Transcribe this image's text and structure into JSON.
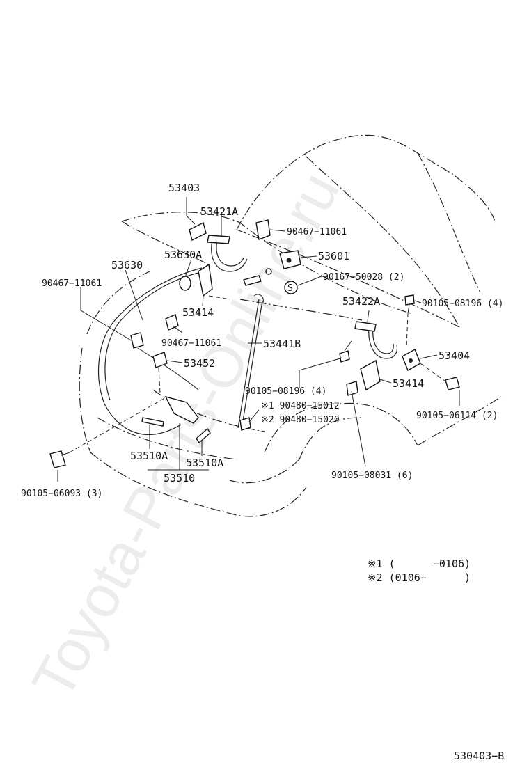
{
  "watermark": "Toyota-Parts-Online.ru",
  "callouts": {
    "c53403": "53403",
    "c53421A": "53421A",
    "c90467_top": "90467−11061",
    "c53601": "53601",
    "c53630A": "53630A",
    "c53630": "53630",
    "c90167": "90167−50028 (2)",
    "c90467_left": "90467−11061",
    "c53414_left": "53414",
    "c53422A": "53422A",
    "c90105_08196_top": "90105−08196 (4)",
    "c90467_mid": "90467−11061",
    "c53441B": "53441B",
    "c53404": "53404",
    "c53452": "53452",
    "c90105_08196_mid": "90105−08196 (4)",
    "c53414_right": "53414",
    "c90480_1": "※1 90480−15012",
    "c90480_2": "※2 90480−15020",
    "c90105_06114": "90105−06114 (2)",
    "c53510A_left": "53510A",
    "c53510A_right": "53510A",
    "c53510": "53510",
    "c90105_06093": "90105−06093 (3)",
    "c90105_08031": "90105−08031 (6)"
  },
  "legend": {
    "note1": "※1 (      −0106)",
    "note2": "※2 (0106−      )"
  },
  "footer": {
    "code": "530403−B"
  },
  "icons": {
    "s_mark": "S"
  }
}
